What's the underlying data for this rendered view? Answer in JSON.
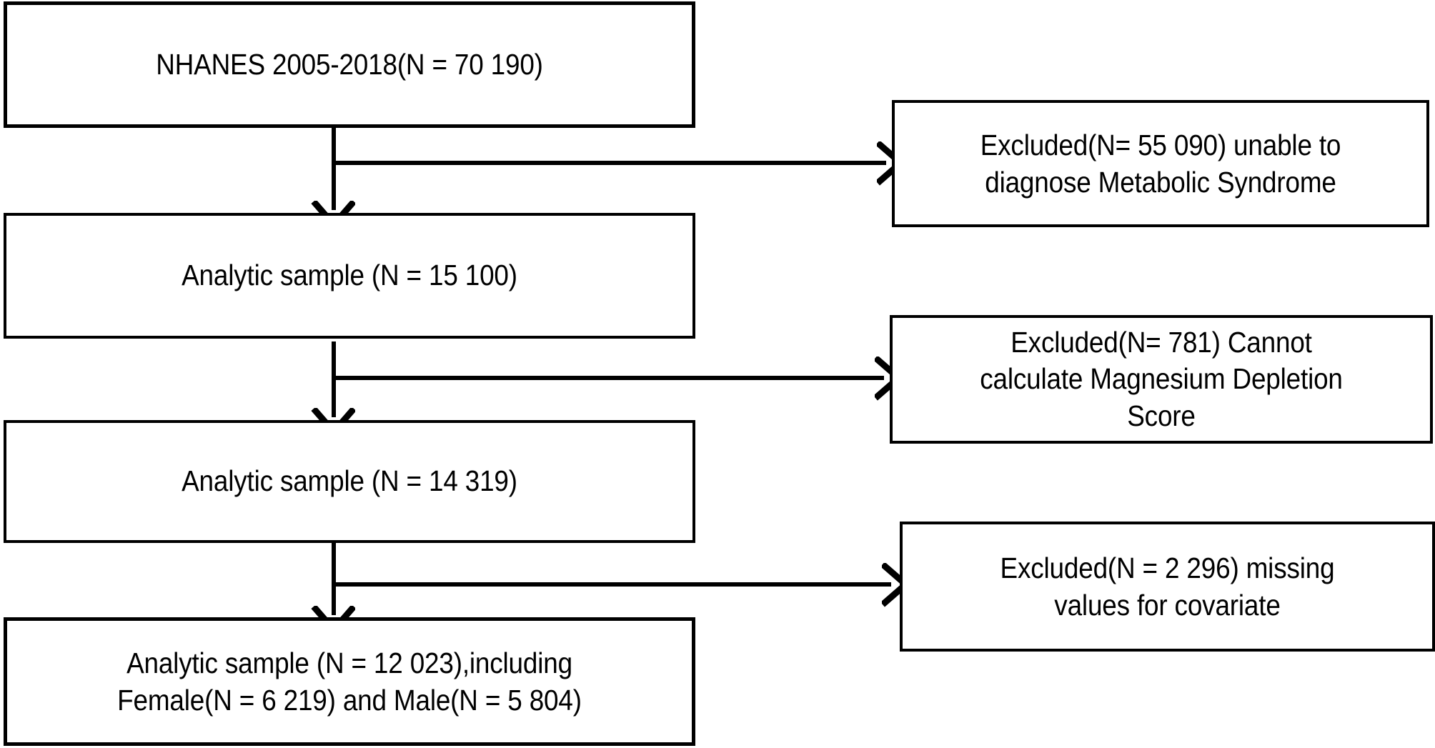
{
  "diagram": {
    "type": "flowchart",
    "title": "NHANES participant selection flow diagram",
    "orientation": "top-to-bottom with right-side exclusion branches",
    "stroke_color": "#000000",
    "background_color": "#ffffff",
    "main_nodes": [
      {
        "id": "node-source-population",
        "text": "NHANES 2005-2018(N = 70 190)",
        "n": 70190
      },
      {
        "id": "node-analytic-sample-1",
        "text": "Analytic sample (N = 15 100)",
        "n": 15100
      },
      {
        "id": "node-analytic-sample-2",
        "text": "Analytic sample (N = 14 319)",
        "n": 14319
      },
      {
        "id": "node-analytic-sample-final",
        "text": "Analytic sample (N = 12 023),including\nFemale(N = 6 219) and Male(N = 5 804)",
        "n": 12023,
        "female_n": 6219,
        "male_n": 5804
      }
    ],
    "exclusion_nodes": [
      {
        "id": "node-excluded-1",
        "text": "Excluded(N= 55 090) unable to\ndiagnose Metabolic Syndrome",
        "n": 55090,
        "reason": "unable to diagnose Metabolic Syndrome"
      },
      {
        "id": "node-excluded-2",
        "text": "Excluded(N= 781) Cannot\ncalculate Magnesium Depletion\nScore",
        "n": 781,
        "reason": "Cannot calculate Magnesium Depletion Score"
      },
      {
        "id": "node-excluded-3",
        "text": "Excluded(N = 2 296) missing\nvalues for covariate",
        "n": 2296,
        "reason": "missing values for covariate"
      }
    ],
    "connectors": [
      {
        "id": "connector-down-1",
        "from": "node-source-population",
        "to": "node-analytic-sample-1",
        "kind": "arrow-down"
      },
      {
        "id": "connector-branch-1",
        "from": "connector-down-1",
        "to": "node-excluded-1",
        "kind": "arrow-right"
      },
      {
        "id": "connector-down-2",
        "from": "node-analytic-sample-1",
        "to": "node-analytic-sample-2",
        "kind": "arrow-down"
      },
      {
        "id": "connector-branch-2",
        "from": "connector-down-2",
        "to": "node-excluded-2",
        "kind": "arrow-right"
      },
      {
        "id": "connector-down-3",
        "from": "node-analytic-sample-2",
        "to": "node-analytic-sample-final",
        "kind": "arrow-down"
      },
      {
        "id": "connector-branch-3",
        "from": "connector-down-3",
        "to": "node-excluded-3",
        "kind": "arrow-right"
      }
    ]
  }
}
